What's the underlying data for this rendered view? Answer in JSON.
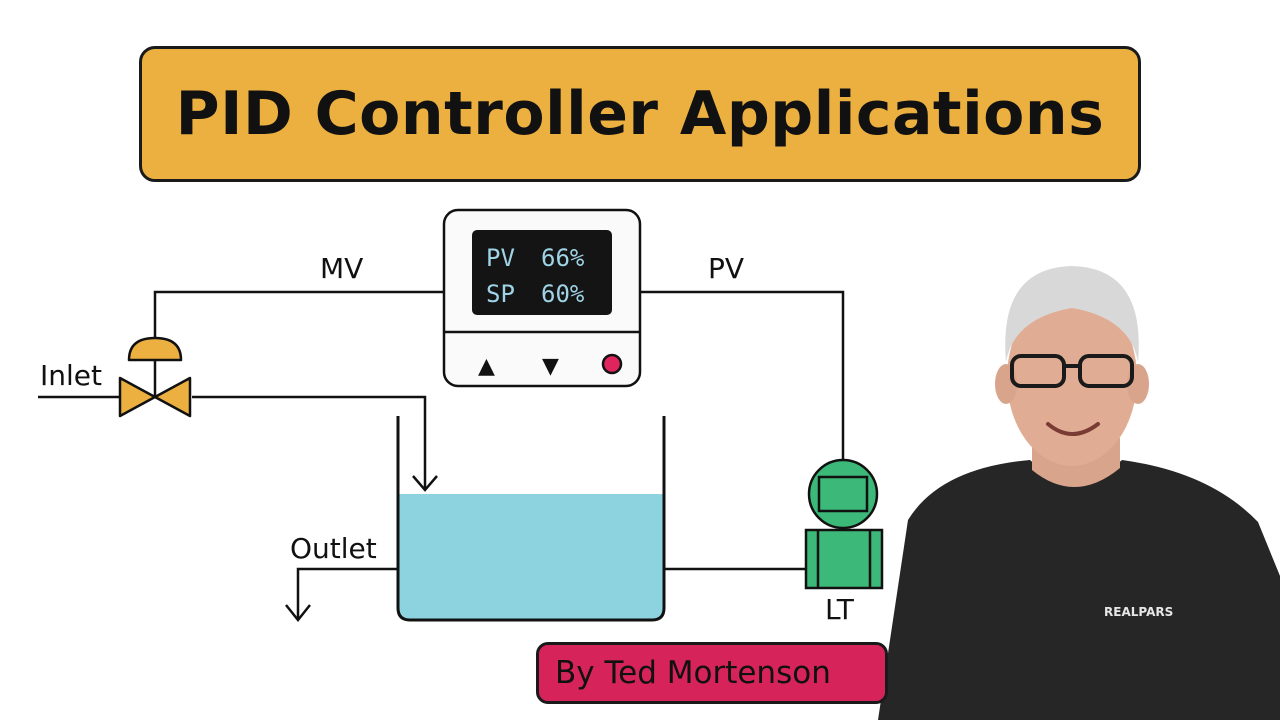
{
  "title": "PID Controller Applications",
  "controller": {
    "pv_tag": "PV",
    "pv_value": "66%",
    "sp_tag": "SP",
    "sp_value": "60%",
    "up_glyph": "▲",
    "down_glyph": "▼",
    "display_text_color": "#9FD3E6",
    "indicator_color": "#E0245E"
  },
  "labels": {
    "mv": "MV",
    "pv": "PV",
    "inlet": "Inlet",
    "outlet": "Outlet",
    "level_transmitter": "LT"
  },
  "author": "By Ted Mortenson",
  "shirt_text": "REALPARS",
  "colors": {
    "banner": "#ECB040",
    "valve": "#ECB040",
    "water": "#8CD3DF",
    "transmitter": "#3CB878",
    "author_badge": "#D6245A"
  },
  "icons": {
    "valve": "control-valve-icon",
    "transmitter": "level-transmitter-icon",
    "person": "presenter-photo"
  }
}
